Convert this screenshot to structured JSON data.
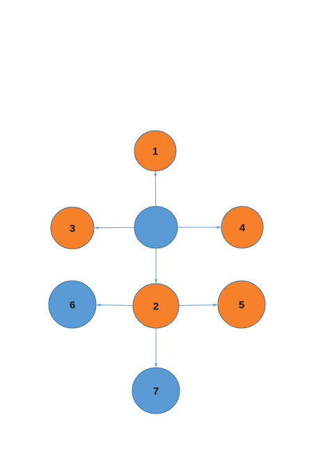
{
  "colors": {
    "orange": "#f7812a",
    "blue": "#5b9bd5",
    "edge": "#5b9bd5",
    "node_border": "#3e6e9c",
    "background": "#ffffff"
  },
  "nodes": [
    {
      "id": "center",
      "label": "",
      "fill": "blue"
    },
    {
      "id": "n1",
      "label": "1",
      "fill": "orange"
    },
    {
      "id": "n3",
      "label": "3",
      "fill": "orange"
    },
    {
      "id": "n4",
      "label": "4",
      "fill": "orange"
    },
    {
      "id": "n2",
      "label": "2",
      "fill": "orange"
    },
    {
      "id": "n6",
      "label": "6",
      "fill": "blue"
    },
    {
      "id": "n5",
      "label": "5",
      "fill": "orange"
    },
    {
      "id": "n7",
      "label": "7",
      "fill": "blue"
    }
  ],
  "edges": [
    {
      "from": "center",
      "to": "n1"
    },
    {
      "from": "center",
      "to": "n3"
    },
    {
      "from": "center",
      "to": "n4"
    },
    {
      "from": "center",
      "to": "n2"
    },
    {
      "from": "n2",
      "to": "n6"
    },
    {
      "from": "n2",
      "to": "n5"
    },
    {
      "from": "n2",
      "to": "n7"
    }
  ]
}
